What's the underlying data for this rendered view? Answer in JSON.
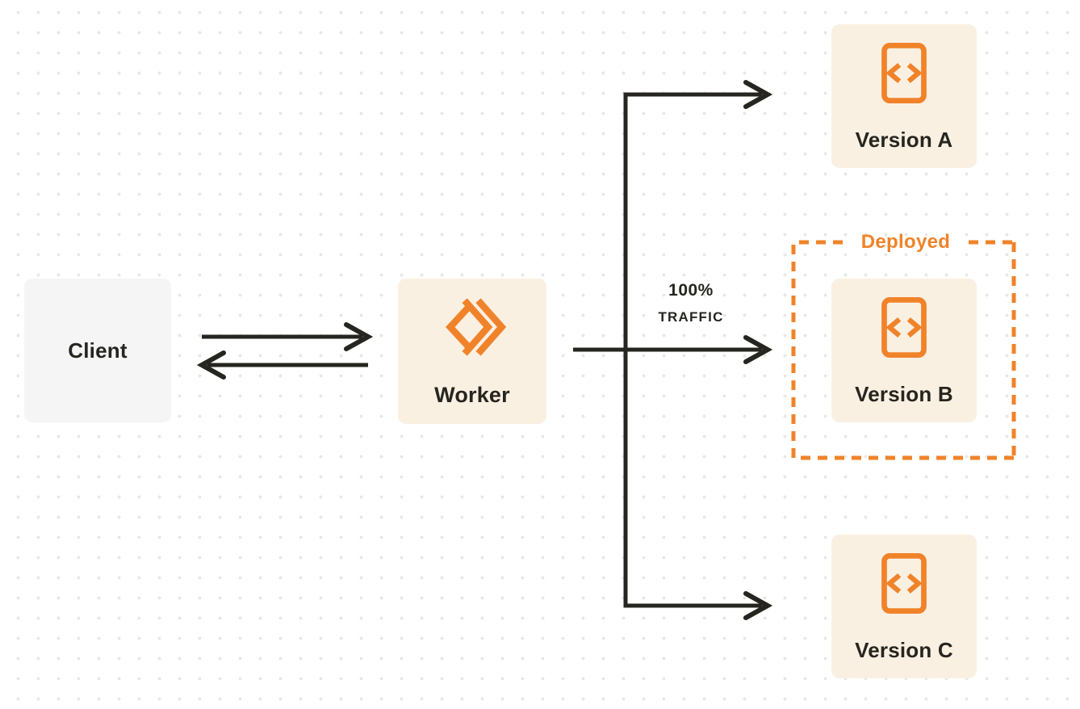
{
  "diagram": {
    "nodes": {
      "client": {
        "label": "Client"
      },
      "worker": {
        "label": "Worker"
      },
      "version_a": {
        "label": "Version A"
      },
      "version_b": {
        "label": "Version B"
      },
      "version_c": {
        "label": "Version C"
      }
    },
    "deployed_group": {
      "label": "Deployed"
    },
    "traffic_annotation": {
      "line1": "100%",
      "line2": "TRAFFIC"
    },
    "edges": [
      {
        "from": "client",
        "to": "worker",
        "direction": "right"
      },
      {
        "from": "worker",
        "to": "client",
        "direction": "left"
      },
      {
        "from": "worker",
        "to": "version_a"
      },
      {
        "from": "worker",
        "to": "version_b",
        "label": "100% TRAFFIC"
      },
      {
        "from": "worker",
        "to": "version_c"
      }
    ],
    "icons": {
      "worker": "cloudflare-workers-chevrons-icon",
      "version": "code-file-brackets-icon"
    }
  },
  "colors": {
    "background": "#FFFFFF",
    "dot_grid": "#E7E7E7",
    "client_gray": "#F5F5F6",
    "node_cream": "#FAF0E2",
    "accent_orange": "#F0832A",
    "line_dark": "#26251F"
  }
}
